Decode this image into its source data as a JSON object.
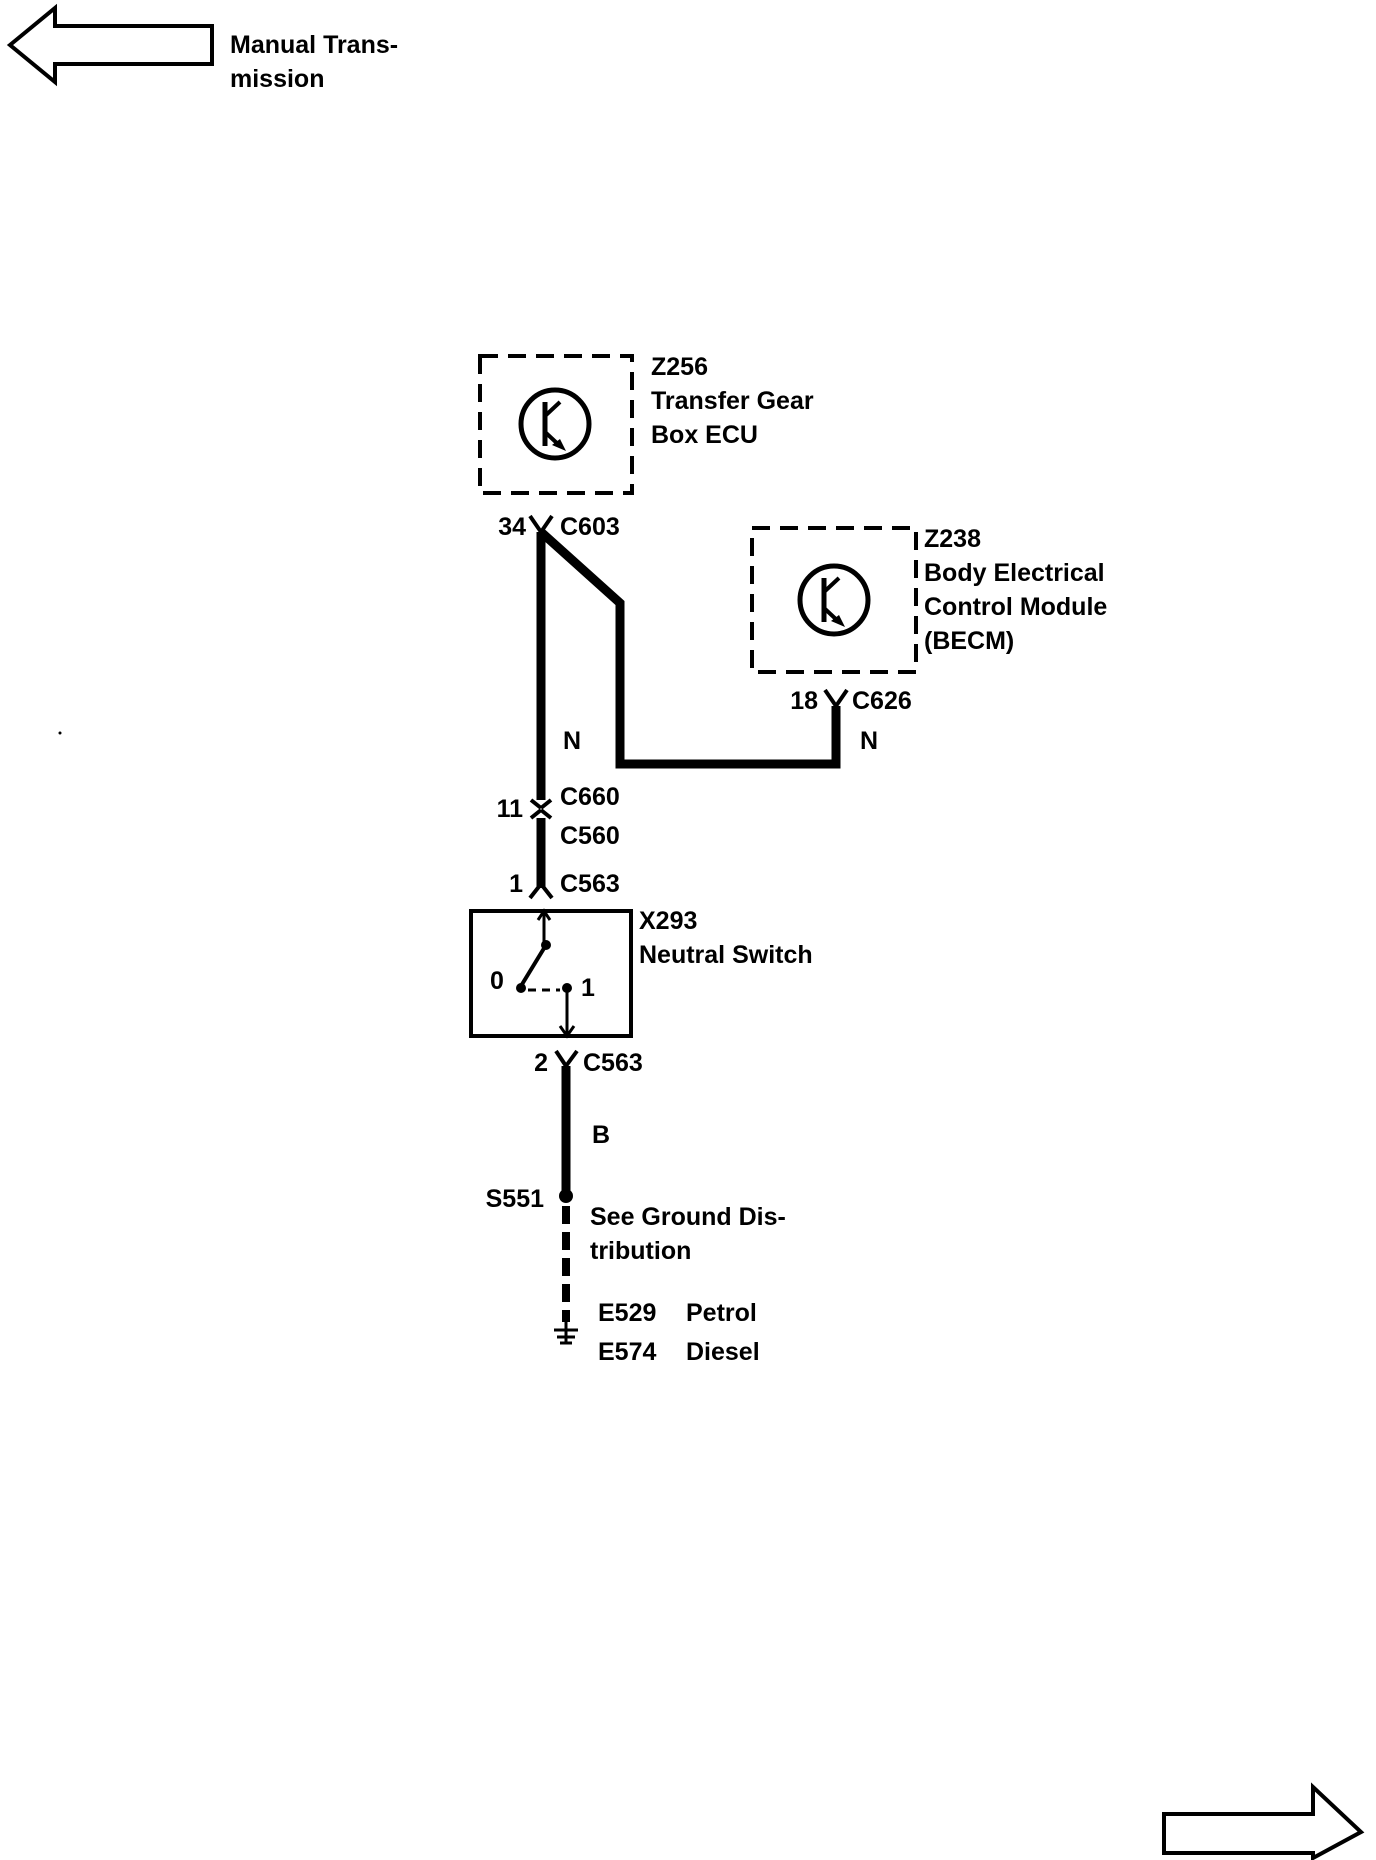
{
  "nav": {
    "back_label_line1": "Manual Trans-",
    "back_label_line2": "mission",
    "back_icon": "left-arrow-icon",
    "forward_icon": "right-arrow-icon"
  },
  "components": {
    "z256": {
      "id": "Z256",
      "line1": "Transfer Gear",
      "line2": "Box ECU",
      "icon": "transistor-icon"
    },
    "z238": {
      "id": "Z238",
      "line1": "Body Electrical",
      "line2": "Control Module",
      "line3": "(BECM)",
      "icon": "transistor-icon"
    },
    "x293": {
      "id": "X293",
      "line1": "Neutral Switch",
      "pos0": "0",
      "pos1": "1"
    }
  },
  "connectors": {
    "c603": {
      "pin": "34",
      "name": "C603"
    },
    "c626": {
      "pin": "18",
      "name": "C626"
    },
    "c660": {
      "pin": "11",
      "name": "C660",
      "mate": "C560"
    },
    "c563_top": {
      "pin": "1",
      "name": "C563"
    },
    "c563_bottom": {
      "pin": "2",
      "name": "C563"
    }
  },
  "wires": {
    "left_color": "N",
    "right_color": "N",
    "ground_color": "B"
  },
  "splice": {
    "id": "S551",
    "note_line1": "See Ground Dis-",
    "note_line2": "tribution"
  },
  "ground": {
    "rows": [
      {
        "id": "E529",
        "variant": "Petrol"
      },
      {
        "id": "E574",
        "variant": "Diesel"
      }
    ]
  },
  "colors": {
    "ink": "#000000",
    "paper": "#ffffff"
  }
}
